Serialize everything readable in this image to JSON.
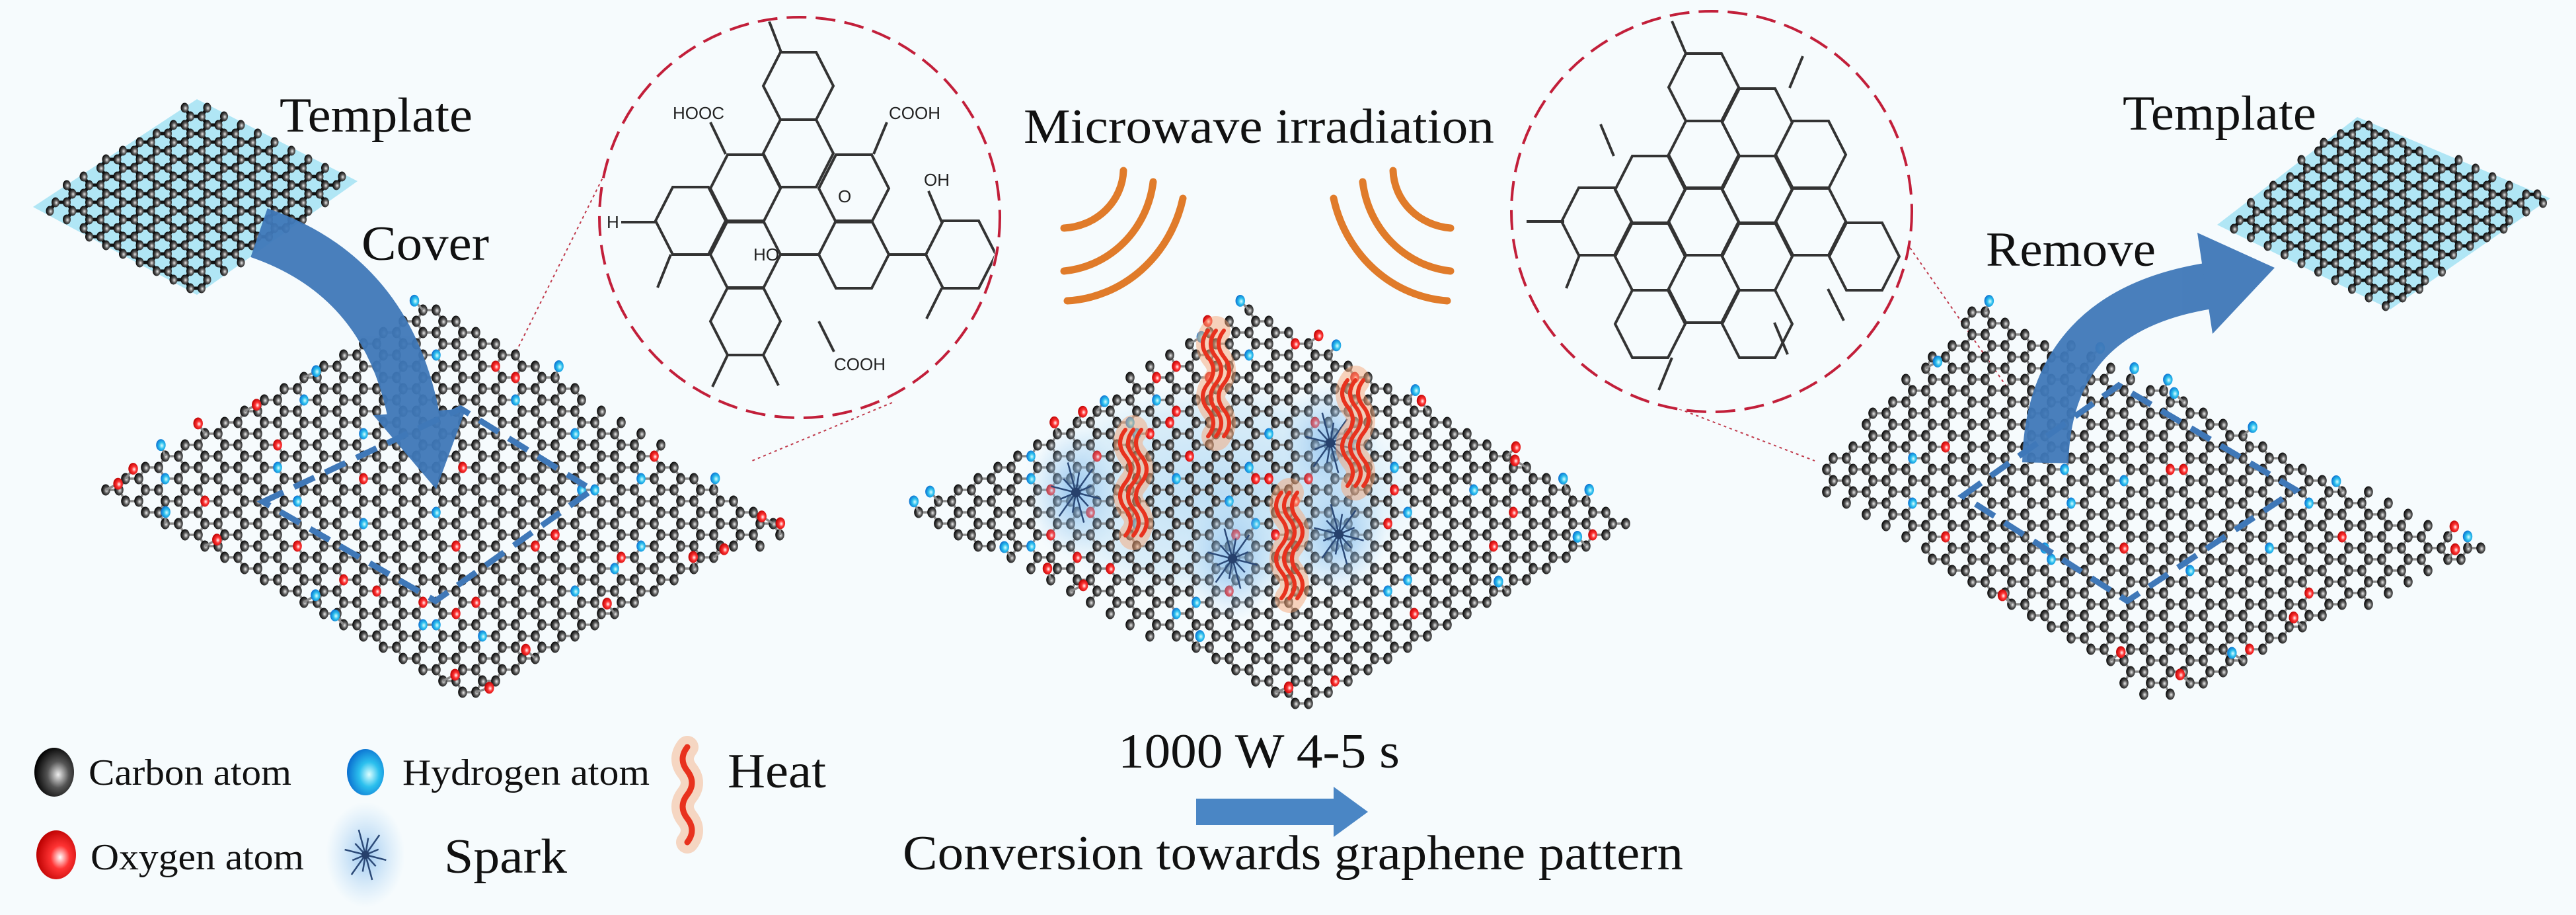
{
  "labels": {
    "template_left": "Template",
    "cover": "Cover",
    "microwave": "Microwave irradiation",
    "template_right": "Template",
    "remove": "Remove",
    "conditions": "1000 W 4-5 s",
    "conversion": "Conversion towards graphene pattern"
  },
  "legend": {
    "carbon": "Carbon atom",
    "hydrogen": "Hydrogen atom",
    "heat": "Heat",
    "oxygen": "Oxygen atom",
    "spark": "Spark"
  },
  "zoom_left_groups": {
    "hooc": "HOOC",
    "cooh_top": "COOH",
    "oh": "OH",
    "epoxide_o": "O",
    "h": "H",
    "ho": "HO",
    "cooh_bottom": "COOH"
  },
  "colors": {
    "carbon": "#1a1a1a",
    "oxygen": "#e0141e",
    "hydrogen": "#2ec4e8",
    "bond": "#8a8a8a",
    "arrow": "#3f78b8",
    "zoom_circle": "#c21f3a",
    "microwave": "#e07b2a",
    "heat": "#e8321e",
    "template_fill": "#a8e3f4"
  }
}
